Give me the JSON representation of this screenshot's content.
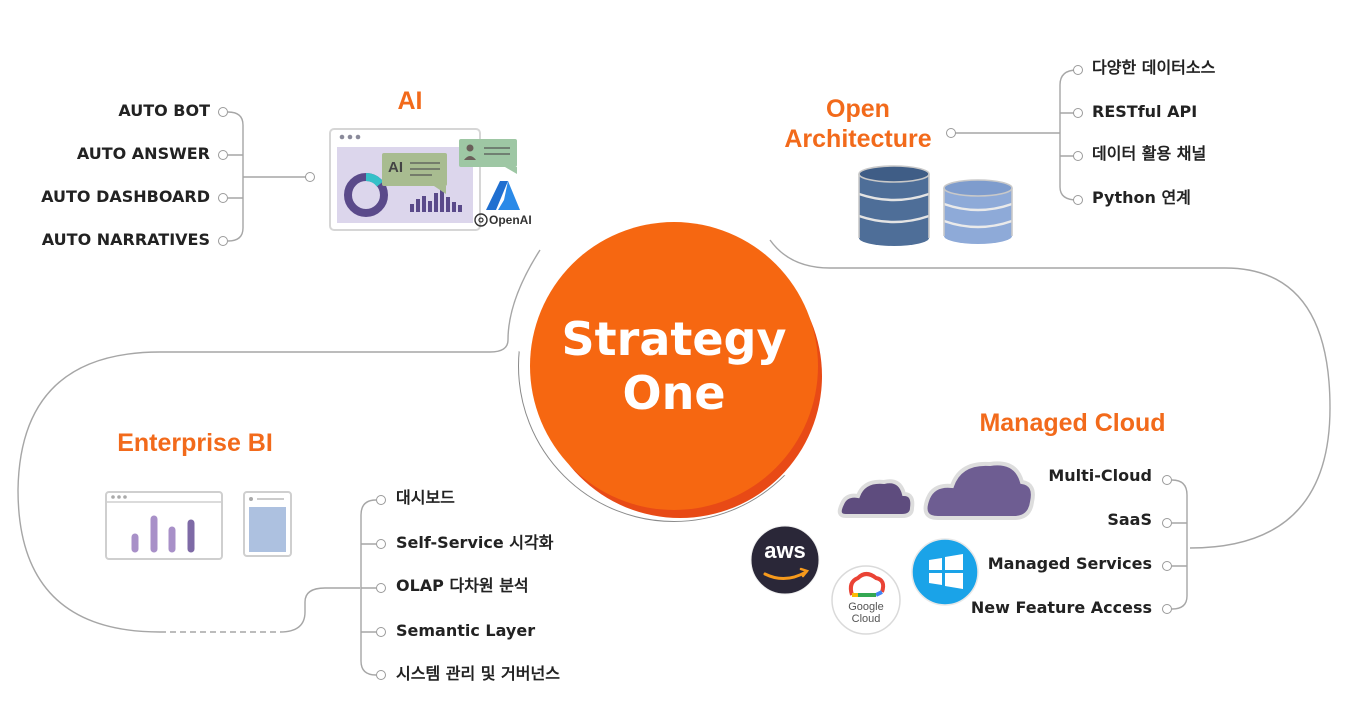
{
  "core": {
    "line1": "Strategy",
    "line2": "One"
  },
  "ai": {
    "heading": "AI",
    "items": [
      "AUTO BOT",
      "AUTO ANSWER",
      "AUTO DASHBOARD",
      "AUTO NARRATIVES"
    ],
    "chat_label": "AI",
    "openai_label": "OpenAI"
  },
  "open_architecture": {
    "heading_line1": "Open",
    "heading_line2": "Architecture",
    "items": [
      "다양한 데이터소스",
      "RESTful API",
      "데이터 활용 채널",
      "Python 연계"
    ]
  },
  "enterprise_bi": {
    "heading": "Enterprise BI",
    "items": [
      "대시보드",
      "Self-Service 시각화",
      "OLAP 다차원 분석",
      "Semantic Layer",
      "시스템 관리 및 거버넌스"
    ]
  },
  "managed_cloud": {
    "heading": "Managed Cloud",
    "items": [
      "Multi-Cloud",
      "SaaS",
      "Managed Services",
      "New Feature Access"
    ],
    "logos": {
      "aws": "aws",
      "google_line1": "Google",
      "google_line2": "Cloud"
    }
  },
  "colors": {
    "accent": "#f26a1b",
    "core": "#f66711",
    "line": "#9a9a9a",
    "db_dark": "#4e6e98",
    "db_light": "#8eaad8",
    "cloud": "#6c5a8e"
  }
}
